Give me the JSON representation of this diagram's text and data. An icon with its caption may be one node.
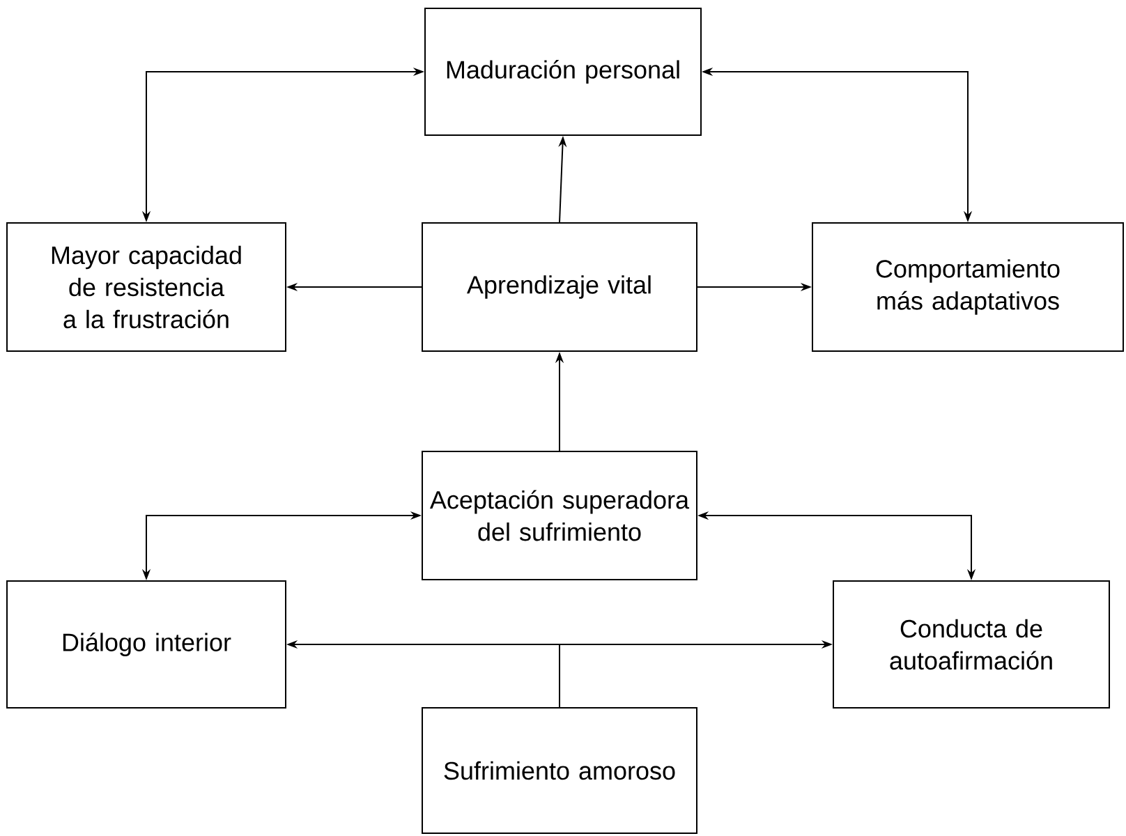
{
  "diagram": {
    "nodes": [
      {
        "text": [
          "Maduración personal"
        ]
      },
      {
        "text": [
          "Mayor capacidad de resistencia a la frustración"
        ]
      },
      {
        "text": [
          "Aprendizaje vital"
        ]
      },
      {
        "text": [
          "Comportamiento más adaptativos"
        ]
      },
      {
        "text": [
          "Aceptación superadora del sufrimiento"
        ]
      },
      {
        "text": [
          "Diálogo interior"
        ]
      },
      {
        "text": [
          "Conducta de autoafirmación"
        ]
      },
      {
        "text": [
          "Sufrimiento amoroso"
        ]
      }
    ],
    "edges": [
      {
        "from": 0,
        "to": 1,
        "arrow": "both"
      },
      {
        "from": 0,
        "to": 3,
        "arrow": "both"
      },
      {
        "from": 2,
        "to": 0,
        "arrow": "to"
      },
      {
        "from": 2,
        "to": 1,
        "arrow": "to"
      },
      {
        "from": 2,
        "to": 3,
        "arrow": "to"
      },
      {
        "from": 4,
        "to": 2,
        "arrow": "to"
      },
      {
        "from": 4,
        "to": 5,
        "arrow": "both"
      },
      {
        "from": 4,
        "to": 6,
        "arrow": "both"
      },
      {
        "from": 7,
        "to": 5,
        "arrow": "to"
      },
      {
        "from": 7,
        "to": 6,
        "arrow": "to"
      }
    ]
  }
}
